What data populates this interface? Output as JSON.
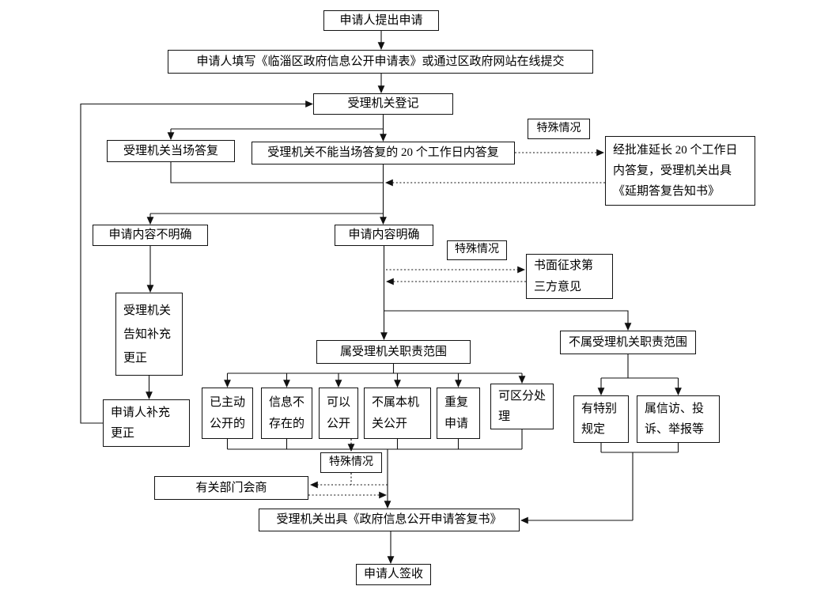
{
  "nodes": {
    "start": "申请人提出申请",
    "fill_form": "申请人填写《临淄区政府信息公开申请表》或通过区政府网站在线提交",
    "register": "受理机关登记",
    "onspot": "受理机关当场答复",
    "not_onspot": "受理机关不能当场答复的 20 个工作日内答复",
    "special_1": "特殊情况",
    "extend": "经批准延长 20 个工作日\n内答复，受理机关出具\n《延期答复告知书》",
    "unclear": "申请内容不明确",
    "clear": "申请内容明确",
    "special_2": "特殊情况",
    "third_party": "书面征求第\n三方意见",
    "notify_supplement": "受理机关\n告知补充\n更正",
    "supplement": "申请人补充\n更正",
    "in_scope": "属受理机关职责范围",
    "out_scope": "不属受理机关职责范围",
    "already_public": "已主动\n公开的",
    "not_exist": "信息不\n存在的",
    "can_public": "可以\n公开",
    "not_this_org": "不属本机\n关公开",
    "repeat_apply": "重复\n申请",
    "separable": "可区分处\n理",
    "special_rule": "有特别\n规定",
    "petition": "属信访、投\n诉、举报等",
    "special_3": "特殊情况",
    "consult": "有关部门会商",
    "reply_doc": "受理机关出具《政府信息公开申请答复书》",
    "sign": "申请人签收"
  }
}
